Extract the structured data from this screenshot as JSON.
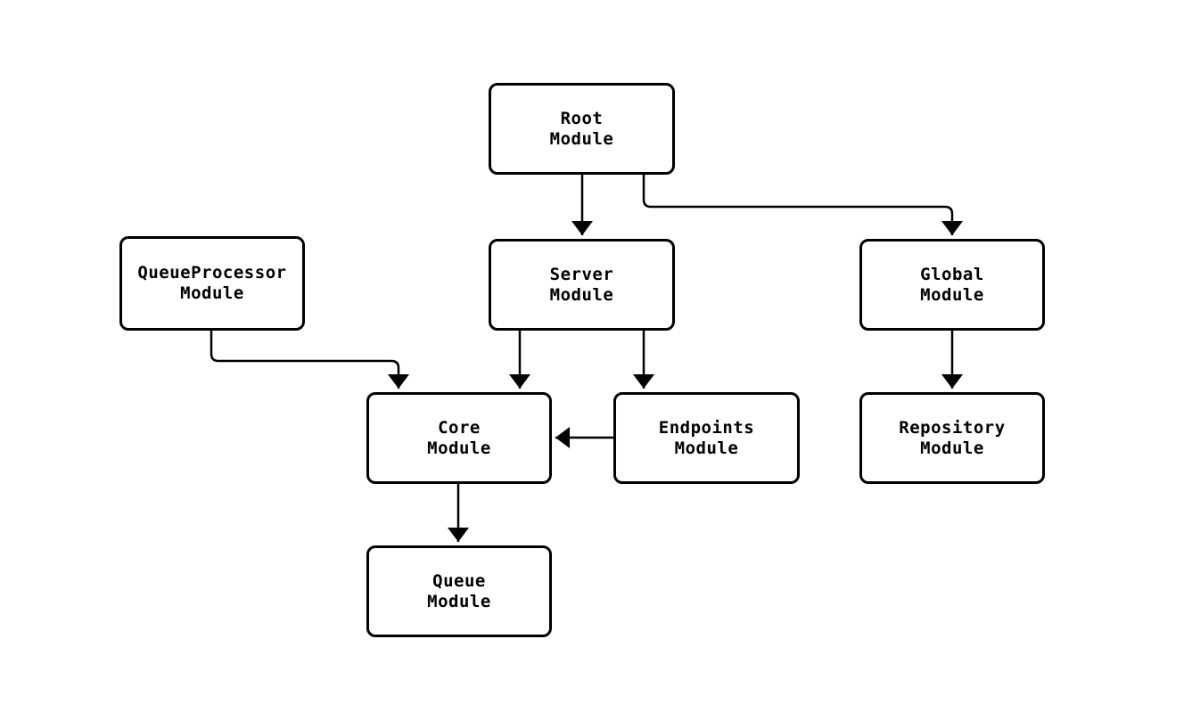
{
  "diagram": {
    "type": "flowchart",
    "background_color": "#ffffff",
    "node_fill_color": "#ffffff",
    "line_color": "#000000",
    "text_color": "#000000",
    "nodes": [
      {
        "id": "root",
        "label": "Root\nModule"
      },
      {
        "id": "queueprocessor",
        "label": "QueueProcessor\nModule"
      },
      {
        "id": "server",
        "label": "Server\nModule"
      },
      {
        "id": "global",
        "label": "Global\nModule"
      },
      {
        "id": "core",
        "label": "Core\nModule"
      },
      {
        "id": "endpoints",
        "label": "Endpoints\nModule"
      },
      {
        "id": "repository",
        "label": "Repository\nModule"
      },
      {
        "id": "queue",
        "label": "Queue\nModule"
      }
    ],
    "edges": [
      {
        "from": "root",
        "to": "server"
      },
      {
        "from": "root",
        "to": "global"
      },
      {
        "from": "queueprocessor",
        "to": "core"
      },
      {
        "from": "server",
        "to": "core"
      },
      {
        "from": "server",
        "to": "endpoints"
      },
      {
        "from": "endpoints",
        "to": "core"
      },
      {
        "from": "global",
        "to": "repository"
      },
      {
        "from": "core",
        "to": "queue"
      }
    ]
  }
}
